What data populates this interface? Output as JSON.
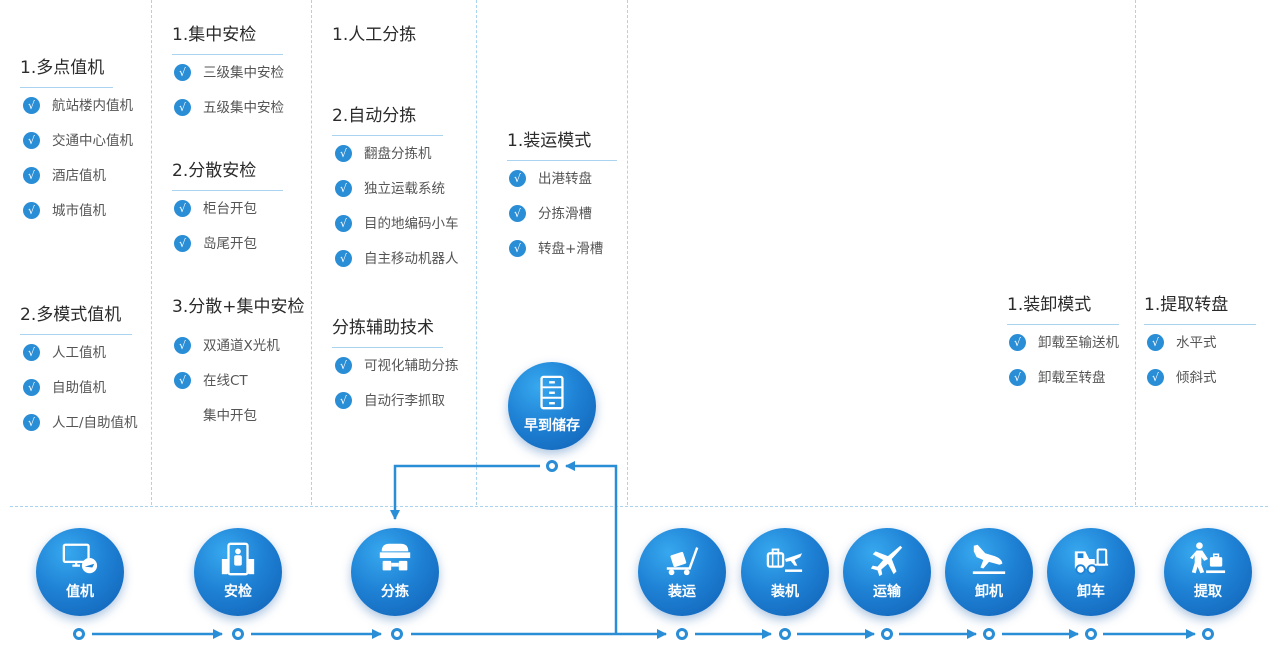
{
  "groups": [
    {
      "title": "1.多点值机",
      "items": [
        "航站楼内值机",
        "交通中心值机",
        "酒店值机",
        "城市值机"
      ]
    },
    {
      "title": "2.多模式值机",
      "items": [
        "人工值机",
        "自助值机",
        "人工/自助值机"
      ]
    },
    {
      "title": "1.集中安检",
      "items": [
        "三级集中安检",
        "五级集中安检"
      ]
    },
    {
      "title": "2.分散安检",
      "items": [
        "柜台开包",
        "岛尾开包"
      ]
    },
    {
      "title": "3.分散+集中安检",
      "items": [
        "双通道X光机",
        "在线CT"
      ],
      "extra": "集中开包"
    },
    {
      "title": "1.人工分拣"
    },
    {
      "title": "2.自动分拣",
      "items": [
        "翻盘分拣机",
        "独立运载系统",
        "目的地编码小车",
        "自主移动机器人"
      ]
    },
    {
      "title": "分拣辅助技术",
      "items": [
        "可视化辅助分拣",
        "自动行李抓取"
      ]
    },
    {
      "title": "1.装运模式",
      "items": [
        "出港转盘",
        "分拣滑槽",
        "转盘+滑槽"
      ]
    },
    {
      "title": "1.装卸模式",
      "items": [
        "卸载至输送机",
        "卸载至转盘"
      ]
    },
    {
      "title": "1.提取转盘",
      "items": [
        "水平式",
        "倾斜式"
      ]
    }
  ],
  "check_mark": "√",
  "storage_node": {
    "label": "早到储存",
    "icon": "cabinet-icon"
  },
  "process_nodes": [
    {
      "label": "值机",
      "icon": "checkin-monitor-icon"
    },
    {
      "label": "安检",
      "icon": "security-scanner-icon"
    },
    {
      "label": "分拣",
      "icon": "sorting-machine-icon"
    },
    {
      "label": "装运",
      "icon": "baggage-cart-icon"
    },
    {
      "label": "装机",
      "icon": "luggage-plane-icon"
    },
    {
      "label": "运输",
      "icon": "airplane-icon"
    },
    {
      "label": "卸机",
      "icon": "plane-landing-icon"
    },
    {
      "label": "卸车",
      "icon": "baggage-tractor-icon"
    },
    {
      "label": "提取",
      "icon": "baggage-claim-icon"
    }
  ],
  "colors": {
    "accent": "#2a8ed6",
    "node_dark": "#0f5fb4",
    "divider": "#a9d3ef",
    "heading": "#2b2b2b",
    "item": "#555555"
  }
}
